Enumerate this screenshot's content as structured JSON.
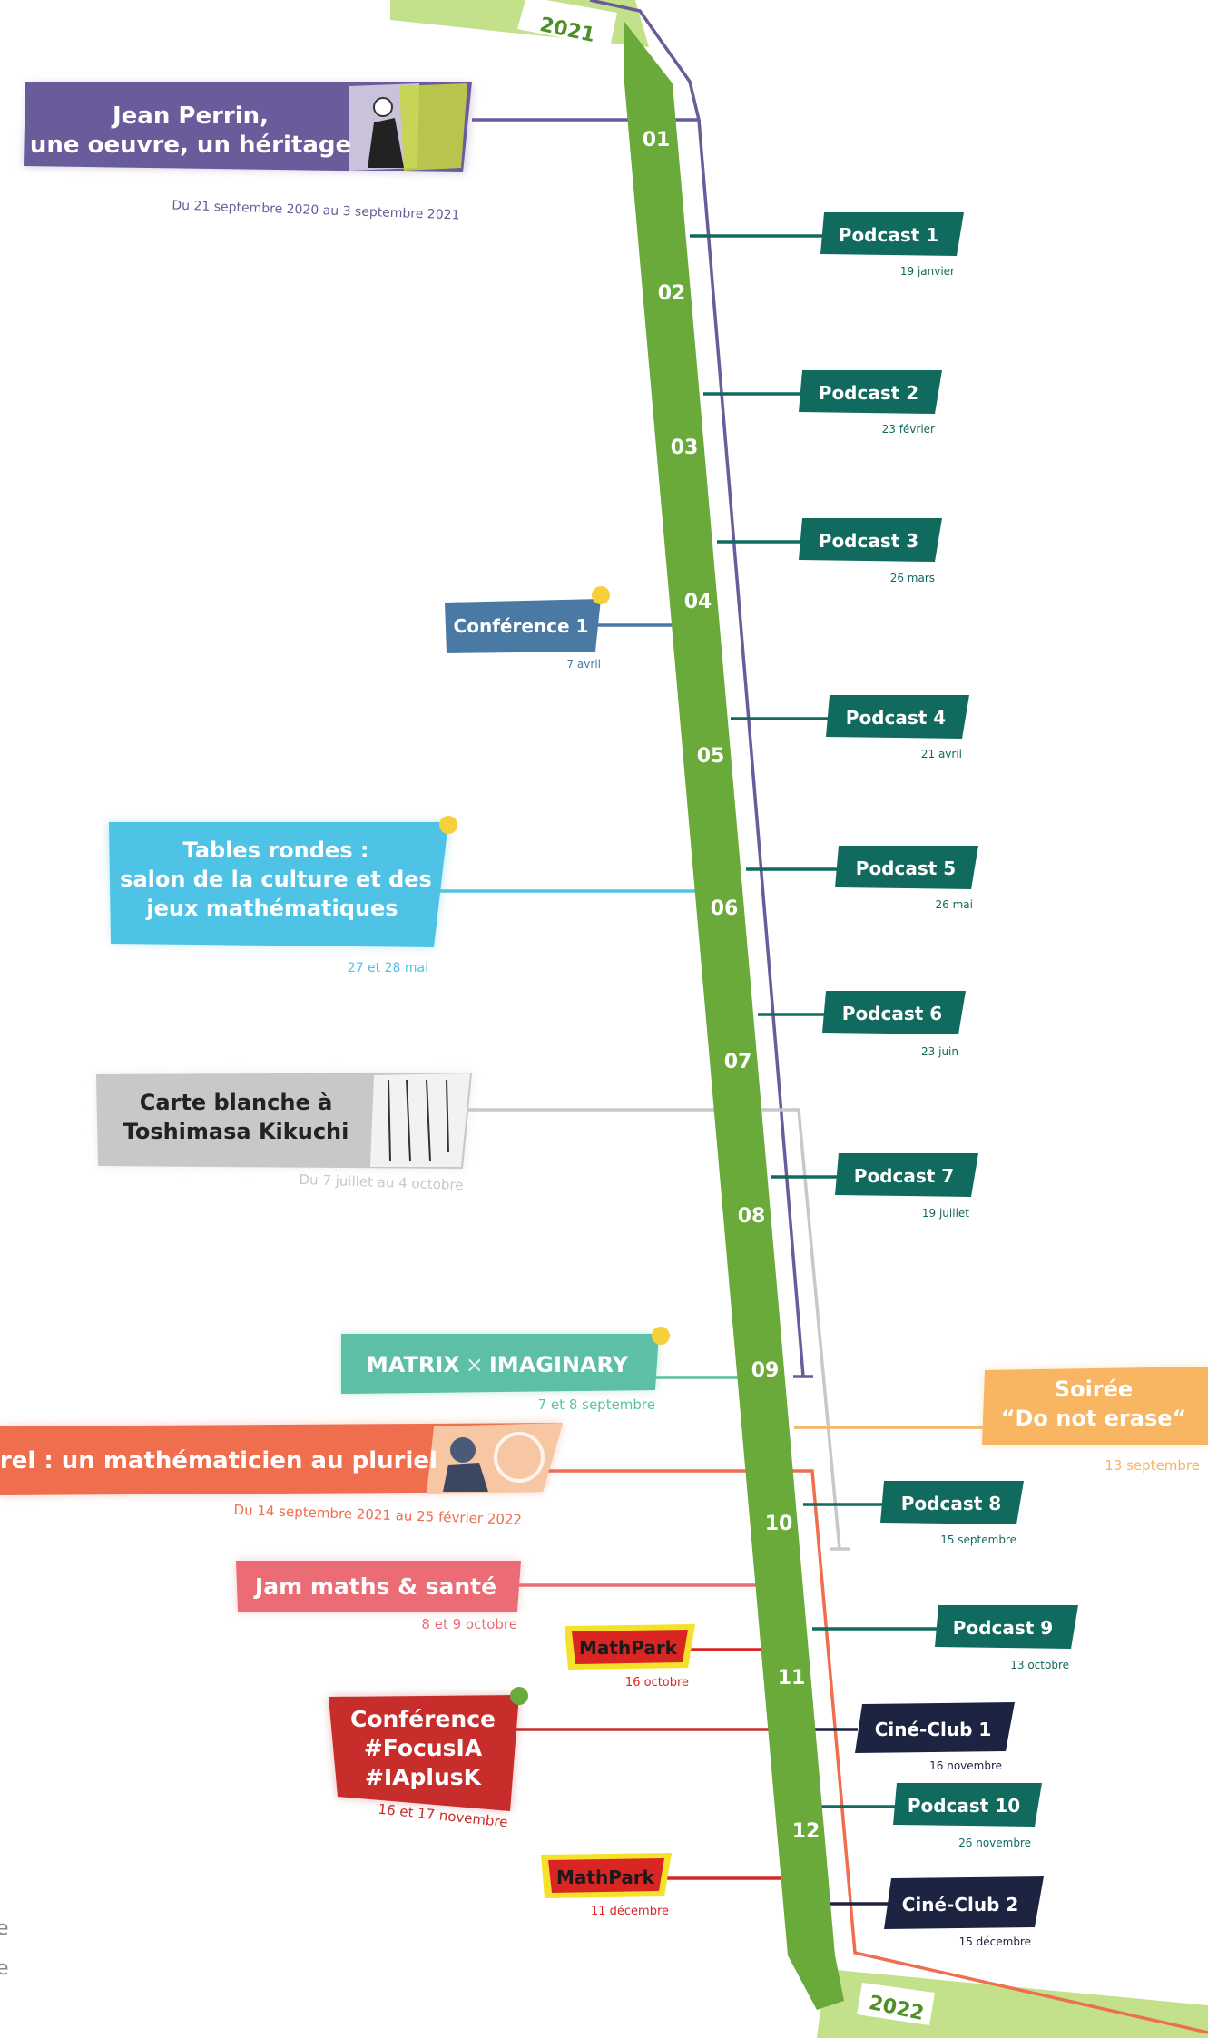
{
  "years": {
    "start": "2021",
    "end": "2022"
  },
  "months": [
    "01",
    "02",
    "03",
    "04",
    "05",
    "06",
    "07",
    "08",
    "09",
    "10",
    "11",
    "12"
  ],
  "events": {
    "perrin": {
      "lines": [
        "Jean Perrin,",
        "une oeuvre, un héritage"
      ],
      "date": "Du 21 septembre 2020 au 3 septembre 2021"
    },
    "podcast1": {
      "label": "Podcast 1",
      "date": "19 janvier"
    },
    "podcast2": {
      "label": "Podcast 2",
      "date": "23 février"
    },
    "podcast3": {
      "label": "Podcast 3",
      "date": "26 mars"
    },
    "conf1": {
      "label": "Conférence 1",
      "date": "7 avril"
    },
    "podcast4": {
      "label": "Podcast 4",
      "date": "21 avril"
    },
    "tables": {
      "lines": [
        "Tables rondes :",
        "salon de la culture et des",
        "jeux mathématiques"
      ],
      "date": "27 et 28 mai"
    },
    "podcast5": {
      "label": "Podcast 5",
      "date": "26 mai"
    },
    "podcast6": {
      "label": "Podcast 6",
      "date": "23 juin"
    },
    "carte": {
      "lines": [
        "Carte blanche à",
        "Toshimasa Kikuchi"
      ],
      "date": "Du 7 juillet au 4 octobre"
    },
    "podcast7": {
      "label": "Podcast 7",
      "date": "19 juillet"
    },
    "matrix": {
      "label_a": "MATRIX",
      "label_x": "×",
      "label_b": "IMAGINARY",
      "date": "7 et 8 septembre"
    },
    "soiree": {
      "lines": [
        "Soirée",
        "“Do not erase“"
      ],
      "date": "13 septembre"
    },
    "borel": {
      "label": "orel : un mathématicien au pluriel",
      "date": "Du 14 septembre 2021 au 25 février 2022"
    },
    "podcast8": {
      "label": "Podcast 8",
      "date": "15 septembre"
    },
    "jam": {
      "label": "Jam maths & santé",
      "date": "8 et 9 octobre"
    },
    "mathpark1": {
      "label": "MathPark",
      "date": "16 octobre"
    },
    "podcast9": {
      "label": "Podcast 9",
      "date": "13 octobre"
    },
    "focus": {
      "lines": [
        "Conférence",
        "#FocusIA",
        "#IAplusK"
      ],
      "date": "16 et 17 novembre"
    },
    "cine1": {
      "label": "Ciné-Club 1",
      "date": "16 novembre"
    },
    "podcast10": {
      "label": "Podcast 10",
      "date": "26 novembre"
    },
    "mathpark2": {
      "label": "MathPark",
      "date": "11 décembre"
    },
    "cine2": {
      "label": "Ciné-Club 2",
      "date": "15 décembre"
    }
  },
  "left_edge_text": [
    "e",
    "e"
  ],
  "colors": {
    "timeline": "#6aaa3a",
    "podcast": "#116a5e",
    "conference": "#4a7aa3",
    "perrin": "#6a5b9a",
    "tables": "#4fc3e6",
    "carte": "#c8c8c8",
    "matrix": "#5cbfa6",
    "soiree": "#f8b562",
    "borel": "#ee6e4e",
    "jam": "#ec6c75",
    "mathpark": "#d92623",
    "focus": "#c62d2b",
    "cineclub": "#1d2442",
    "dot_yellow": "#f5d03a",
    "dot_green": "#6aaa3a"
  }
}
